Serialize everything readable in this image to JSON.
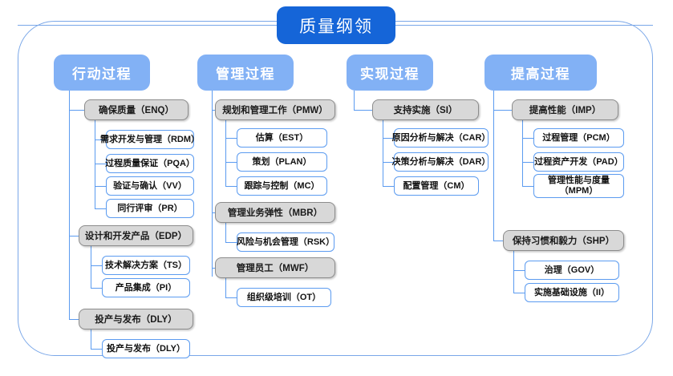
{
  "diagram": {
    "root": {
      "label": "质量纲领"
    },
    "colors": {
      "root_fill": "#1565d8",
      "category_fill": "#82b1f5",
      "group_fill": "#d8d8d8",
      "group_border": "#8c8c8c",
      "leaf_border": "#5b9bf0",
      "frame_border": "#7aa7e8",
      "connector": "#5b9bf0"
    },
    "categories": [
      {
        "label": "行动过程",
        "groups": [
          {
            "label": "确保质量（ENQ）",
            "leaves": [
              {
                "label": "需求开发与管理（RDM）"
              },
              {
                "label": "过程质量保证（PQA）"
              },
              {
                "label": "验证与确认（VV）"
              },
              {
                "label": "同行评审（PR）"
              }
            ]
          },
          {
            "label": "设计和开发产品（EDP）",
            "leaves": [
              {
                "label": "技术解决方案（TS）"
              },
              {
                "label": "产品集成（PI）"
              }
            ]
          },
          {
            "label": "投产与发布（DLY）",
            "leaves": [
              {
                "label": "投产与发布（DLY）"
              }
            ]
          }
        ]
      },
      {
        "label": "管理过程",
        "groups": [
          {
            "label": "规划和管理工作（PMW）",
            "leaves": [
              {
                "label": "估算（EST）"
              },
              {
                "label": "策划（PLAN）"
              },
              {
                "label": "跟踪与控制（MC）"
              }
            ]
          },
          {
            "label": "管理业务弹性（MBR）",
            "leaves": [
              {
                "label": "风险与机会管理（RSK）"
              }
            ]
          },
          {
            "label": "管理员工（MWF）",
            "leaves": [
              {
                "label": "组织级培训（OT）"
              }
            ]
          }
        ]
      },
      {
        "label": "实现过程",
        "groups": [
          {
            "label": "支持实施（SI）",
            "leaves": [
              {
                "label": "原因分析与解决（CAR）"
              },
              {
                "label": "决策分析与解决（DAR）"
              },
              {
                "label": "配置管理（CM）"
              }
            ]
          }
        ]
      },
      {
        "label": "提高过程",
        "groups": [
          {
            "label": "提高性能（IMP）",
            "leaves": [
              {
                "label": "过程管理（PCM）"
              },
              {
                "label": "过程资产开发（PAD）"
              },
              {
                "label": "管理性能与度量\n（MPM）"
              }
            ]
          },
          {
            "label": "保持习惯和毅力（SHP）",
            "leaves": [
              {
                "label": "治理（GOV）"
              },
              {
                "label": "实施基础设施（II）"
              }
            ]
          }
        ]
      }
    ]
  }
}
